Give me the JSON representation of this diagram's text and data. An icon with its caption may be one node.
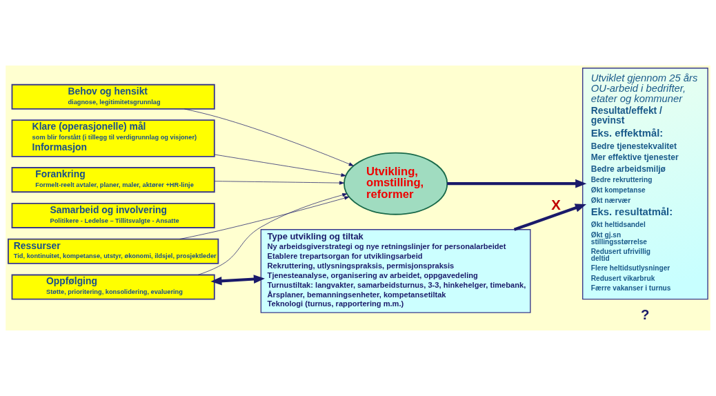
{
  "diagram": {
    "nodes": [
      {
        "text": [
          "Behov og hensikt",
          "diagnose, legitimitetsgrunnlag"
        ]
      },
      {
        "text": [
          "Klare (operasjonelle) mål",
          "som blir forstått (i tillegg til verdigrunnlag og visjoner)",
          "Informasjon"
        ]
      },
      {
        "text": [
          "Forankring",
          "Formelt-reelt avtaler, planer, maler, aktører +HR-linje"
        ]
      },
      {
        "text": [
          "Samarbeid og involvering",
          "Politikere - Ledelse – Tillitsvalgte - Ansatte"
        ]
      },
      {
        "text": [
          "Ressurser",
          "Tid, kontinuitet, kompetanse, utstyr, økonomi, ildsjel, prosjektleder"
        ]
      },
      {
        "text": [
          "Oppfølging",
          "Støtte, prioritering, konsolidering, evaluering"
        ]
      },
      {
        "text": [
          "Utvikling, omstilling, reformer"
        ]
      },
      {
        "text": [
          "Utviklet gjennom 25 års OU-arbeid i bedrifter, etater og kommuner",
          "Resultat/effekt / gevinst",
          "Eks. effektmål:",
          "Bedre tjenestekvalitet",
          "Mer effektive tjenester",
          "Bedre arbeidsmiljø",
          "Bedre rekruttering",
          "Økt kompetanse",
          "Økt nærvær",
          "Eks. resultatmål:",
          "Økt heltidsandel",
          "Økt gj.sn stillingsstørrelse",
          "Redusert ufrivillig deltid",
          "Flere heltidsutlysninger",
          "Redusert vikarbruk",
          "Færre vakanser i turnus"
        ]
      },
      {
        "text": [
          "Type utvikling og tiltak",
          "Ny arbeidsgiverstrategi og nye retningslinjer for personalarbeidet",
          "Etablere trepartsorgan for utviklingsarbeid",
          "Rekruttering, utlysningspraksis, permisjonspraksis",
          "Tjenesteanalyse, organisering av arbeidet, oppgavedeling",
          "Turnustiltak: langvakter, samarbeidsturnus, 3-3, hinkehelger, timebank,",
          "Årsplaner, bemanningsenheter, kompetansetiltak",
          "Teknologi (turnus, rapportering m.m.)"
        ]
      }
    ],
    "edges": [
      {
        "from": 0,
        "to": 6,
        "arrow": "to"
      },
      {
        "from": 1,
        "to": 6,
        "arrow": "to"
      },
      {
        "from": 2,
        "to": 6,
        "arrow": "to"
      },
      {
        "from": 4,
        "to": 6,
        "arrow": "to"
      },
      {
        "from": 5,
        "to": 6,
        "arrow": "to"
      },
      {
        "from": 6,
        "to": 7,
        "arrow": "to",
        "style": "thick"
      },
      {
        "from": 5,
        "to": 8,
        "arrow": "both",
        "style": "thick"
      },
      {
        "from": 8,
        "to": 7,
        "arrow": "to",
        "style": "thick",
        "label": "X"
      }
    ],
    "labels": [
      "?"
    ]
  }
}
